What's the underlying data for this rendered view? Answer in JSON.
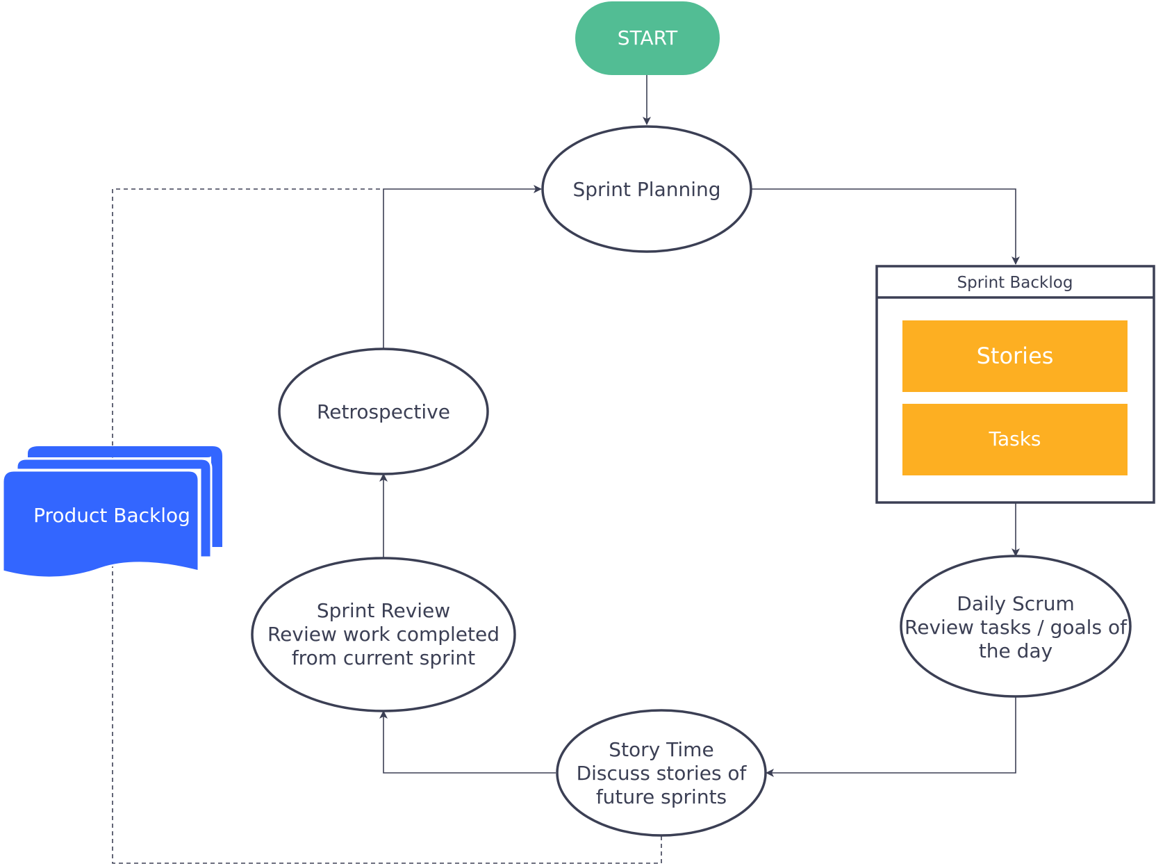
{
  "nodes": {
    "start": {
      "label": "START"
    },
    "sprint_planning": {
      "label": "Sprint Planning"
    },
    "sprint_backlog": {
      "title": "Sprint Backlog",
      "items": [
        "Stories",
        "Tasks"
      ]
    },
    "daily_scrum": {
      "lines": [
        "Daily Scrum",
        "Review tasks / goals of",
        "the day"
      ]
    },
    "story_time": {
      "lines": [
        "Story Time",
        "Discuss stories of",
        "future sprints"
      ]
    },
    "sprint_review": {
      "lines": [
        "Sprint Review",
        "Review work completed",
        "from current sprint"
      ]
    },
    "retrospective": {
      "label": "Retrospective"
    },
    "product_backlog": {
      "label": "Product Backlog"
    }
  },
  "colors": {
    "start": "#52bd94",
    "stories_tasks": "#fdaf22",
    "product_backlog": "#3366ff",
    "stroke": "#3b3f54"
  }
}
